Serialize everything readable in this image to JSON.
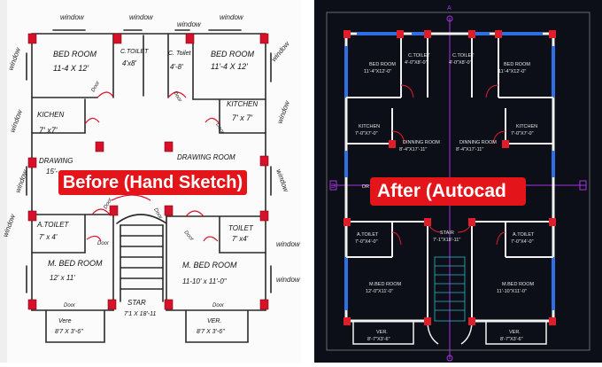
{
  "before": {
    "banner": "Before (Hand Sketch)",
    "windows": [
      "window",
      "window",
      "window",
      "window",
      "window",
      "window",
      "window",
      "window",
      "window",
      "window",
      "window",
      "window",
      "window"
    ],
    "rooms": {
      "bed_left": {
        "name": "BED ROOM",
        "size": "11-4 X 12'"
      },
      "ctoilet_left": {
        "name": "C.TOILET",
        "size": "4'x8'"
      },
      "ctoilet_right": {
        "name": "C. Toilet",
        "size": "4'-8'"
      },
      "bed_right": {
        "name": "BED ROOM",
        "size": "11'-4 X 12'"
      },
      "kitchen_left": {
        "name": "KICHEN",
        "size": "7' x7'"
      },
      "kitchen_right": {
        "name": "KITCHEN",
        "size": "7' x 7'"
      },
      "drawing_left": {
        "name": "DRAWING",
        "size": "15'-"
      },
      "drawing_right": {
        "name": "DRAWING ROOM"
      },
      "atoilet_left": {
        "name": "A.TOILET",
        "size": "7' x 4'"
      },
      "toilet_right": {
        "name": "TOILET",
        "size": "7' x4'"
      },
      "mbed_left": {
        "name": "M. BED ROOM",
        "size": "12' x 11'"
      },
      "mbed_right": {
        "name": "M. BED ROOM",
        "size": "11-10' x 11'-0\""
      },
      "stair": {
        "name": "STAR",
        "size": "7'1 X 18'-11"
      },
      "ver_left": {
        "name": "Vere",
        "size": "8'7 X 3'-6\""
      },
      "ver_right": {
        "name": "VER.",
        "size": "8'7 X 3'-6\""
      }
    },
    "doors": [
      "Door",
      "Door",
      "Door",
      "Door",
      "Door",
      "Door",
      "Door",
      "Door",
      "Door"
    ]
  },
  "after": {
    "banner": "After (Autocad",
    "grid_top": "A",
    "grid_left": "B",
    "dr_label": "DR",
    "rooms": {
      "bed_left": {
        "name": "BED ROOM",
        "size": "11'-4\"X12'-0\""
      },
      "ctoilet_left": {
        "name": "C.TOILET",
        "size": "4'-0\"X8'-0\""
      },
      "ctoilet_right": {
        "name": "C.TOILET",
        "size": "4'-0\"X8'-0\""
      },
      "bed_right": {
        "name": "BED ROOM",
        "size": "11'-4\"X12'-0\""
      },
      "kitchen_left": {
        "name": "KITCHEN",
        "size": "7'-0\"X7'-0\""
      },
      "kitchen_right": {
        "name": "KITCHEN",
        "size": "7'-0\"X7'-0\""
      },
      "dining_left": {
        "name": "DINNING ROOM",
        "size": "8'-4\"X17'-11\""
      },
      "dining_right": {
        "name": "DINNING ROOM",
        "size": "8'-4\"X17'-11\""
      },
      "atoilet_left": {
        "name": "A.TOILET",
        "size": "7'-0\"X4'-0\""
      },
      "atoilet_right": {
        "name": "A.TOILET",
        "size": "7'-0\"X4'-0\""
      },
      "stair": {
        "name": "STAIR",
        "size": "7'-1\"X18'-11\""
      },
      "mbed_left": {
        "name": "M.BED ROOM",
        "size": "12'-0\"X11'-0\""
      },
      "mbed_right": {
        "name": "M.BED ROOM",
        "size": "11'-10\"X11'-0\""
      },
      "ver_left": {
        "name": "VER.",
        "size": "8'-7\"X3'-6\""
      },
      "ver_right": {
        "name": "VER.",
        "size": "8'-7\"X3'-6\""
      }
    }
  },
  "colors": {
    "banner": "#e4141b",
    "cad_background": "#0c0f17",
    "cad_wall": "#f2f2f2",
    "cad_column": "#e11d2a",
    "cad_window": "#2f6fe4",
    "cad_axis": "#a733e0",
    "cad_stair": "#2fb8c4",
    "sketch_ink": "#2b2b2b",
    "sketch_column": "#d8112a"
  }
}
